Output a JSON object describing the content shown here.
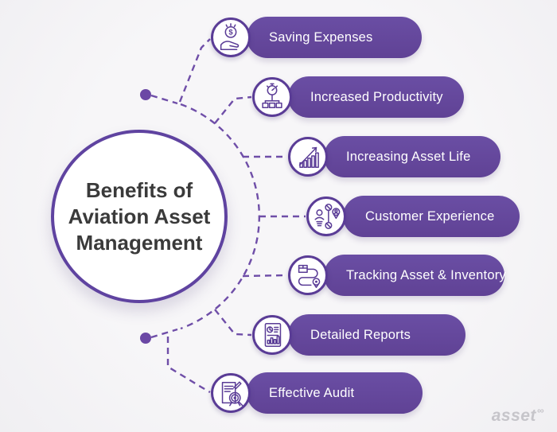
{
  "title": {
    "lines": [
      "Benefits of",
      "Aviation Asset",
      "Management"
    ]
  },
  "items": [
    {
      "label": "Saving Expenses",
      "icon": "hand-coin-icon"
    },
    {
      "label": "Increased Productivity",
      "icon": "stopwatch-orgchart-icon"
    },
    {
      "label": "Increasing Asset Life",
      "icon": "growth-chart-icon"
    },
    {
      "label": "Customer Experience",
      "icon": "customer-gears-icon"
    },
    {
      "label": "Tracking Asset & Inventory",
      "icon": "package-route-pin-icon"
    },
    {
      "label": "Detailed Reports",
      "icon": "report-document-icon"
    },
    {
      "label": "Effective Audit",
      "icon": "audit-magnifier-icon"
    }
  ],
  "logo": {
    "text": "asset",
    "sup": "∞"
  },
  "colors": {
    "background": "#f5f4f6",
    "pill": "#65489c",
    "outline": "#5a3c96",
    "connector": "#6f4ea8",
    "title_text": "#3a3a3a",
    "pill_text": "#ffffff",
    "logo_text": "#c6c5ca"
  }
}
